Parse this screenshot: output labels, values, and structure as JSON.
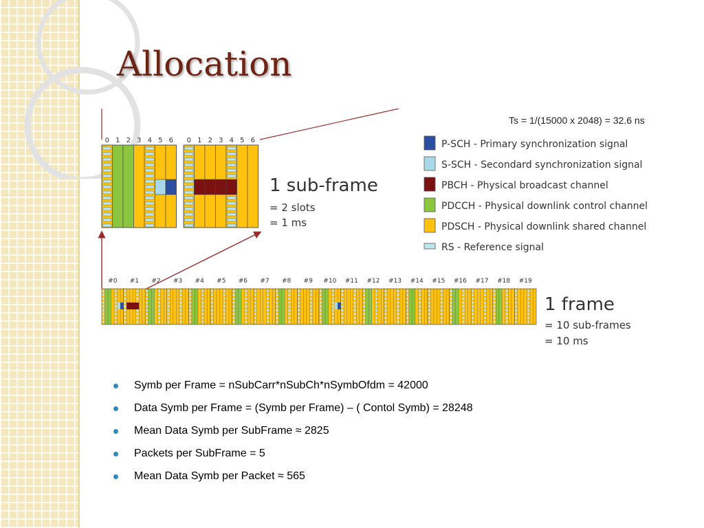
{
  "slide": {
    "title": "Allocation"
  },
  "figure": {
    "ts_formula": "Ts = 1/(15000 x 2048) = 32.6 ns",
    "symbol_indices_slot1": [
      "0",
      "1",
      "2",
      "3",
      "4",
      "5",
      "6"
    ],
    "symbol_indices_slot2": [
      "0",
      "1",
      "2",
      "3",
      "4",
      "5",
      "6"
    ],
    "subframe": {
      "title": "1 sub-frame",
      "line1": "= 2 slots",
      "line2": "= 1 ms"
    },
    "frame": {
      "title": "1 frame",
      "line1": "= 10 sub-frames",
      "line2": "= 10 ms"
    },
    "slot_labels": [
      "#0",
      "#1",
      "#2",
      "#3",
      "#4",
      "#5",
      "#6",
      "#7",
      "#8",
      "#9",
      "#10",
      "#11",
      "#12",
      "#13",
      "#14",
      "#15",
      "#16",
      "#17",
      "#18",
      "#19"
    ],
    "legend": [
      {
        "label": "P-SCH - Primary synchronization signal",
        "color": "#2c4ea0"
      },
      {
        "label": "S-SCH - Secondard synchronization signal",
        "color": "#a9d8e8"
      },
      {
        "label": "PBCH - Physical broadcast channel",
        "color": "#7b1010"
      },
      {
        "label": "PDCCH - Physical downlink control channel",
        "color": "#8cc63f"
      },
      {
        "label": "PDSCH - Physical downlink shared channel",
        "color": "#ffc20e"
      },
      {
        "label": "RS - Reference signal",
        "color": "#bfe6ef"
      }
    ]
  },
  "bullets": [
    "Symb per Frame = nSubCarr*nSubCh*nSymbOfdm = 42000",
    "Data Symb per Frame = (Symb per Frame) – ( Contol Symb) = 28248",
    "Mean Data Symb per SubFrame ≈ 2825",
    "Packets per SubFrame = 5",
    "Mean Data Symb per Packet ≈ 565"
  ]
}
